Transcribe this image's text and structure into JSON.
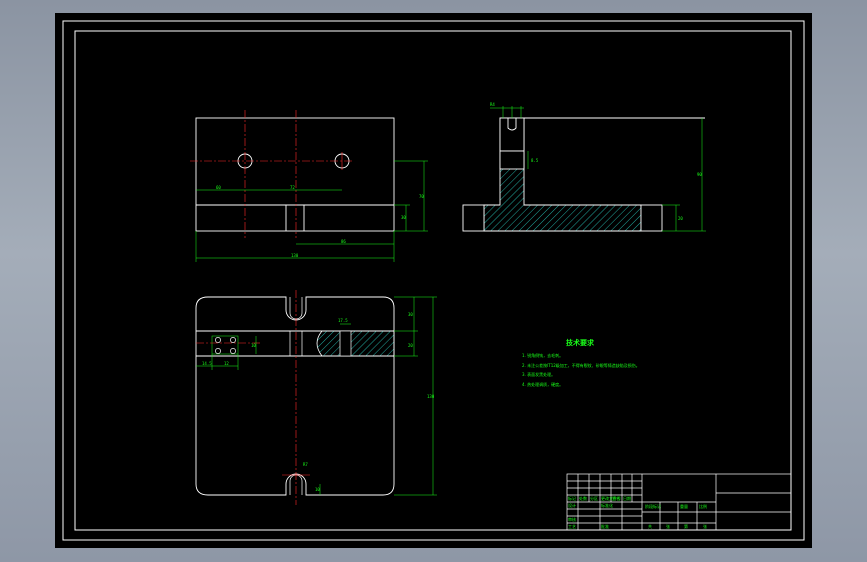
{
  "colors": {
    "background": "#000000",
    "outline": "#ffffff",
    "dimension": "#19ff19",
    "centerline": "#ff2a2a",
    "hatch": "#2ad4c8"
  },
  "views": {
    "front_dims": {
      "d1": "60",
      "d2": "72",
      "d3": "70",
      "d4": "30",
      "d5": "86",
      "d6": "130"
    },
    "side_dims": {
      "d1": "R4",
      "d2": "90",
      "d3": "20",
      "d4": "8.5"
    },
    "top_dims": {
      "d1": "30",
      "d2": "20",
      "d3": "130",
      "d4": "14.5",
      "d5": "17.5",
      "d6": "12",
      "d7": "R7",
      "d8": "10",
      "d9": "10"
    }
  },
  "notes": {
    "title": "技术要求",
    "lines": [
      "1. 锐角倒钝，去毛刺。",
      "2. 未注公差按IT12级加工，不得有裂纹、砂眼等铸造缺陷及损伤。",
      "3. 表面发黑处理。",
      "4. 热处理调质，硬度。"
    ]
  },
  "title_block": {
    "labels": [
      "标记",
      "处数",
      "分区",
      "更改文件号",
      "签名",
      "日期",
      "设计",
      "标准化",
      "阶段标记",
      "重量",
      "比例",
      "审核",
      "工艺",
      "批准",
      "共",
      "张",
      "第",
      "张"
    ]
  }
}
